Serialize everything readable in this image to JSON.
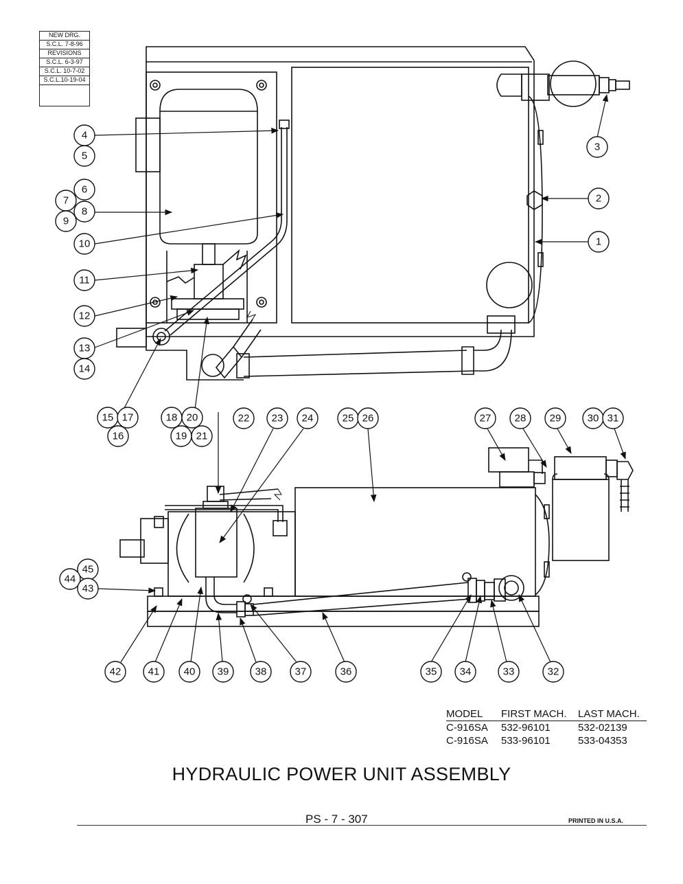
{
  "revisions": {
    "new_drg": "NEW DRG.",
    "new_drg_date": "S.C.L. 7-8-96",
    "header": "REVISIONS",
    "entries": [
      "S.C.L. 6-3-97",
      "S.C.L. 10-7-02",
      "S.C.L.10-19-04"
    ]
  },
  "callouts": {
    "c1": "1",
    "c2": "2",
    "c3": "3",
    "c4": "4",
    "c5": "5",
    "c6": "6",
    "c7": "7",
    "c8": "8",
    "c9": "9",
    "c10": "10",
    "c11": "11",
    "c12": "12",
    "c13": "13",
    "c14": "14",
    "c15": "15",
    "c16": "16",
    "c17": "17",
    "c18": "18",
    "c19": "19",
    "c20": "20",
    "c21": "21",
    "c22": "22",
    "c23": "23",
    "c24": "24",
    "c25": "25",
    "c26": "26",
    "c27": "27",
    "c28": "28",
    "c29": "29",
    "c30": "30",
    "c31": "31",
    "c32": "32",
    "c33": "33",
    "c34": "34",
    "c35": "35",
    "c36": "36",
    "c37": "37",
    "c38": "38",
    "c39": "39",
    "c40": "40",
    "c41": "41",
    "c42": "42",
    "c43": "43",
    "c44": "44",
    "c45": "45"
  },
  "model_table": {
    "headers": [
      "MODEL",
      "FIRST MACH.",
      "LAST MACH."
    ],
    "rows": [
      [
        "C-916SA",
        "532-96101",
        "532-02139"
      ],
      [
        "C-916SA",
        "533-96101",
        "533-04353"
      ]
    ]
  },
  "title": "HYDRAULIC POWER UNIT ASSEMBLY",
  "page_number": "PS - 7 - 307",
  "printed": "PRINTED IN U.S.A."
}
